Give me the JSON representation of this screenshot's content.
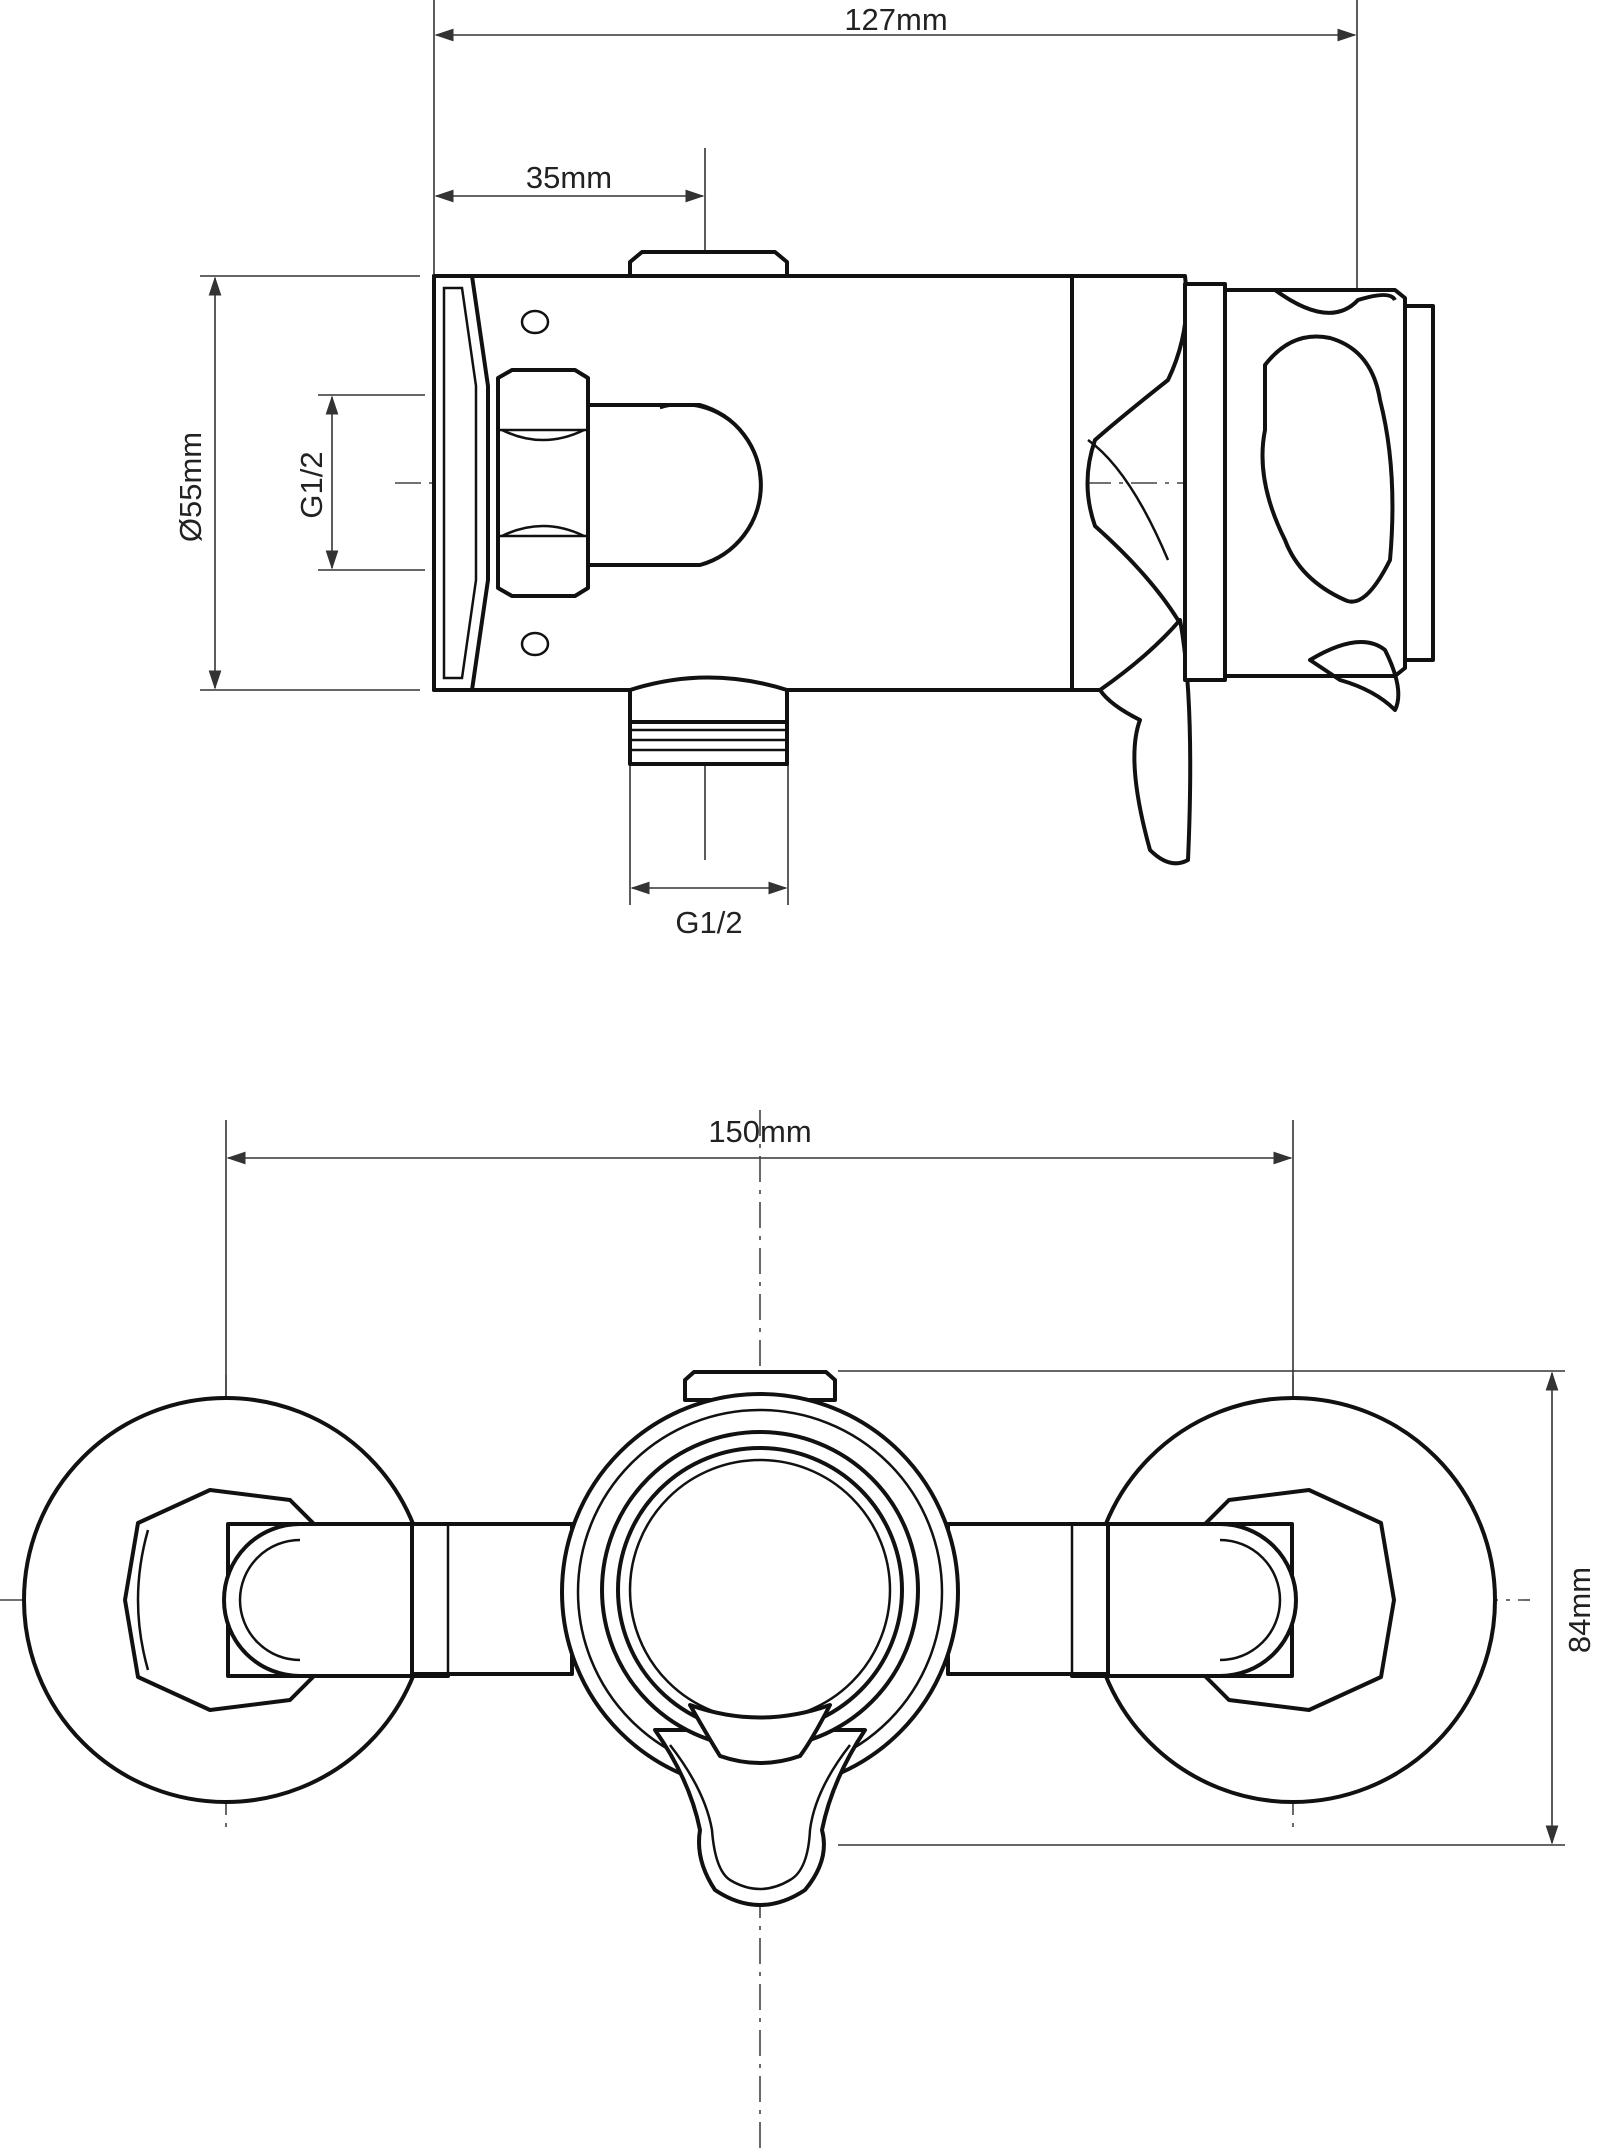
{
  "side_view": {
    "overall_length_label": "127mm",
    "outlet_offset_label": "35mm",
    "diameter_label": "Ø55mm",
    "inlet_thread_label": "G1/2",
    "outlet_thread_label": "G1/2"
  },
  "front_view": {
    "centres_label": "150mm",
    "height_label": "84mm"
  }
}
